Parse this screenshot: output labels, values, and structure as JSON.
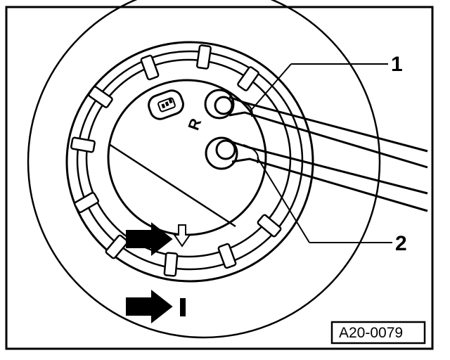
{
  "diagram": {
    "callouts": [
      {
        "number": "1"
      },
      {
        "number": "2"
      }
    ],
    "part_letter": "R",
    "figure_code": "A20-0079"
  }
}
